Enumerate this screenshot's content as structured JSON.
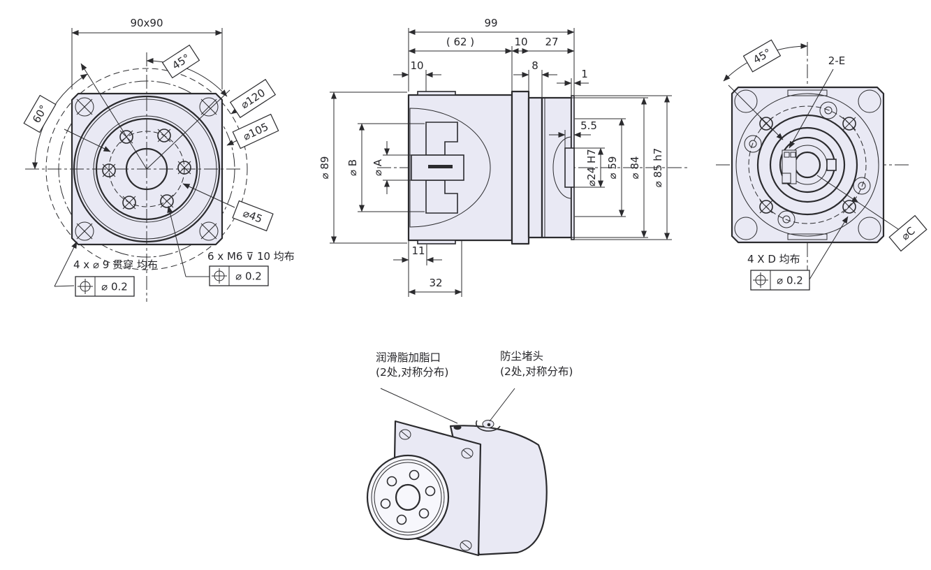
{
  "colors": {
    "line": "#2b2b2e",
    "body_fill": "#e9e9f4",
    "face_fill": "#f7f7fc",
    "background": "#ffffff"
  },
  "front_view": {
    "square_label": "90x90",
    "angle_top": "45°",
    "angle_left": "60°",
    "dia_120": "⌀120",
    "dia_105": "⌀105",
    "dia_45": "⌀45",
    "note_through_holes": "4 x ⌀ 9 贯穿 均布",
    "note_tapped_holes": "6 x M6 ⊽ 10 均布",
    "tolerance_through": "⌀ 0.2",
    "tolerance_tapped": "⌀ 0.2"
  },
  "section_view": {
    "len_overall": "99",
    "len_62": "( 62 )",
    "len_10_flange": "10",
    "len_27": "27",
    "len_10_front": "10",
    "len_8": "8",
    "len_1": "1",
    "len_5_5": "5.5",
    "dia_89": "⌀ 89",
    "dia_B": "⌀ B",
    "dia_A": "⌀ A",
    "dia_24": "⌀24 H7",
    "dia_59": "⌀ 59",
    "dia_84": "⌀ 84",
    "dia_85": "⌀ 85 h7",
    "len_11": "11",
    "len_32": "32"
  },
  "rear_view": {
    "angle_top": "45°",
    "label_2e": "2-E",
    "dia_C": "⌀C",
    "note_d_holes": "4 X D 均布",
    "tolerance_d": "⌀ 0.2"
  },
  "iso_view": {
    "grease_line1": "润滑脂加脂口",
    "grease_line2": "(2处,对称分布)",
    "plug_line1": "防尘堵头",
    "plug_line2": "(2处,对称分布)"
  }
}
